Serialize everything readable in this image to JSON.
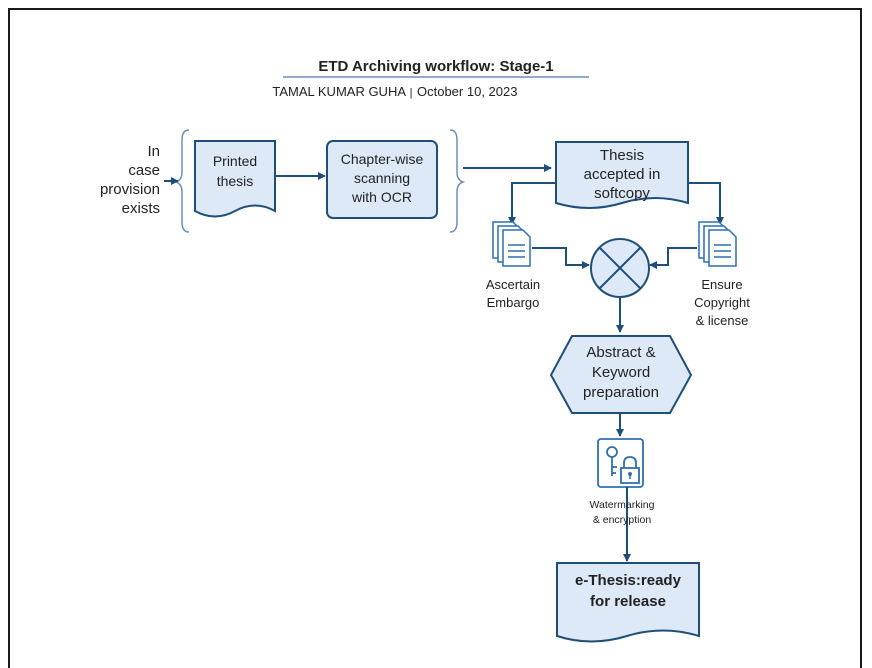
{
  "title": "ETD Archiving workflow: Stage-1",
  "author": "TAMAL KUMAR GUHA",
  "separator": "|",
  "date": "October 10, 2023",
  "side_note": [
    "In",
    "case",
    "provision",
    "exists"
  ],
  "printed_thesis": [
    "Printed",
    "thesis"
  ],
  "scanning": [
    "Chapter-wise",
    "scanning",
    "with OCR"
  ],
  "thesis_softcopy": [
    "Thesis",
    "accepted in",
    "softcopy"
  ],
  "ascertain_embargo": [
    "Ascertain",
    "Embargo"
  ],
  "ensure_copyright": [
    "Ensure",
    "Copyright",
    "& license"
  ],
  "abstract_keyword": [
    "Abstract &",
    "Keyword",
    "preparation"
  ],
  "watermarking": [
    "Watermarking",
    "& encryption"
  ],
  "ethesis": [
    "e-Thesis:ready",
    "for release"
  ],
  "colors": {
    "shape_fill": "#dde9f7",
    "stroke": "#1f4e79",
    "icon": "#2f6fb0"
  }
}
